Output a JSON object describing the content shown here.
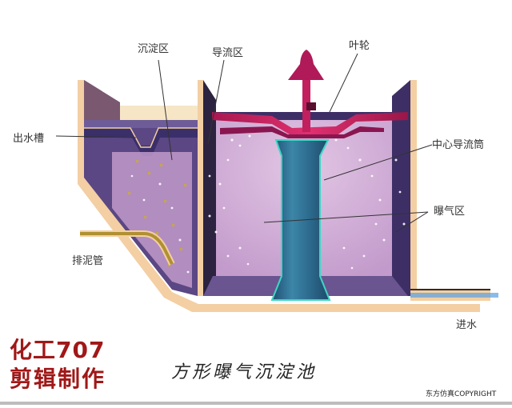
{
  "diagram": {
    "title": "方形曝气沉淀池",
    "brand_line1": "化工707",
    "brand_line2": "剪辑制作",
    "copyright": "东方仿真COPYRIGHT",
    "labels": {
      "settling_zone": "沉淀区",
      "guide_zone": "导流区",
      "impeller": "叶轮",
      "outlet_trough": "出水槽",
      "center_guide_tube": "中心导流筒",
      "aeration_zone": "曝气区",
      "sludge_pipe": "排泥管",
      "inlet": "进水"
    },
    "colors": {
      "tank_wall": "#f3cfa3",
      "tank_dark": "#3d2f66",
      "tank_mid": "#6a5590",
      "water_light": "#d2b0d8",
      "water_mid": "#c4a0cc",
      "impeller": "#c21f5e",
      "impeller_dark": "#8a1650",
      "tube": "#2e6a8c",
      "tube_edge": "#3fd6c4",
      "sludge": "#c8a840",
      "brand": "#a01818"
    }
  }
}
